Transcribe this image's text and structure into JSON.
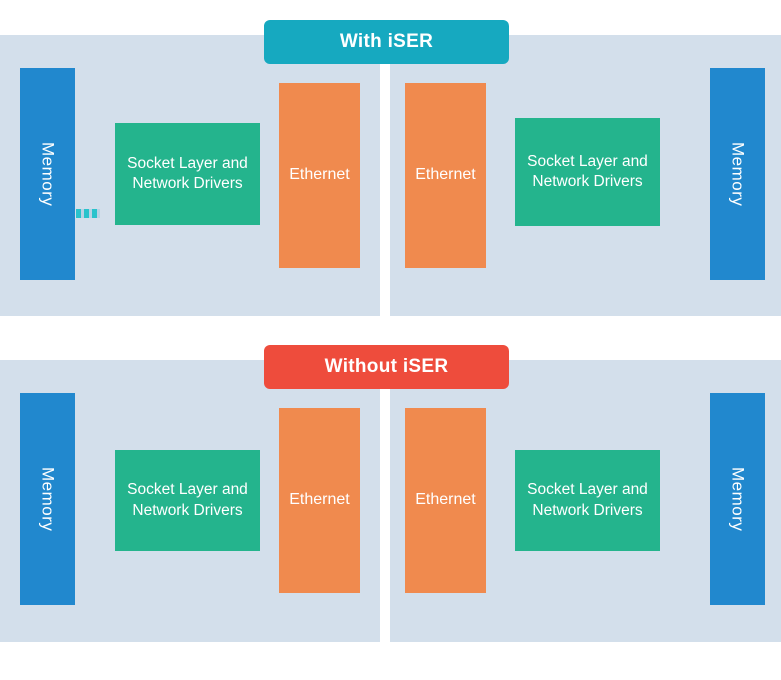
{
  "diagram": {
    "title_a": "With iSER",
    "title_b": "Without iSER",
    "colors": {
      "panel_background": "#d3dfeb",
      "memory": "#2188ce",
      "socket": "#24b48d",
      "ethernet": "#f08a4e",
      "pill_with": "#16a9c0",
      "pill_without": "#ee4c3c",
      "connector": "#29c3cc",
      "page_background": "#ffffff"
    }
  },
  "sections": [
    {
      "id": "with-iser",
      "header": "With iSER",
      "has_connector": true,
      "left_panel": {
        "memory": "Memory",
        "socket": "Socket Layer and\nNetwork Drivers",
        "socket_line1": "Socket Layer and",
        "socket_line2": "Network Drivers",
        "ethernet": "Ethernet"
      },
      "right_panel": {
        "ethernet": "Ethernet",
        "socket_line1": "Socket Layer and",
        "socket_line2": "Network Drivers",
        "memory": "Memory"
      }
    },
    {
      "id": "without-iser",
      "header": "Without iSER",
      "has_connector": false,
      "left_panel": {
        "memory": "Memory",
        "socket_line1": "Socket Layer and",
        "socket_line2": "Network Drivers",
        "ethernet": "Ethernet"
      },
      "right_panel": {
        "ethernet": "Ethernet",
        "socket_line1": "Socket Layer and",
        "socket_line2": "Network Drivers",
        "memory": "Memory"
      }
    }
  ]
}
